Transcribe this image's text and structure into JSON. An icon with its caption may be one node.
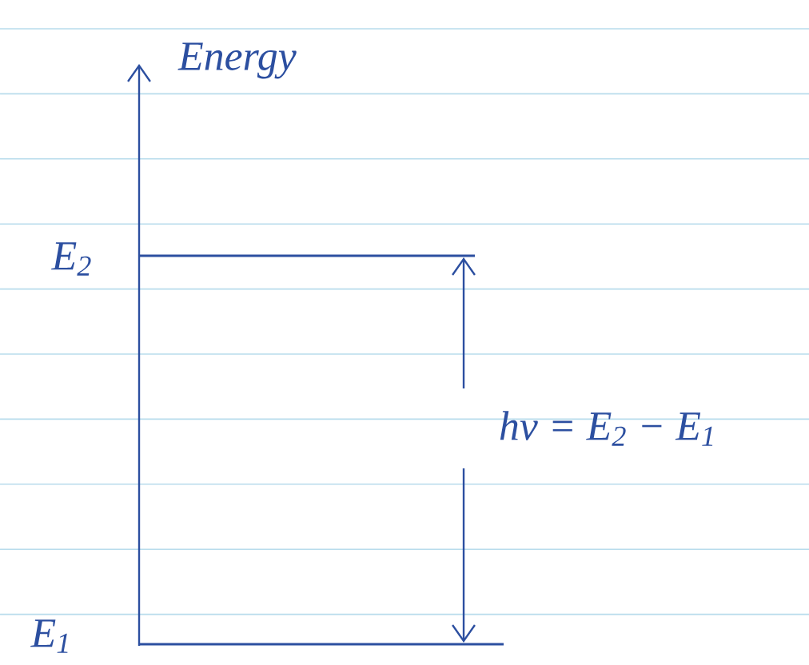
{
  "diagram": {
    "nodes": [
      {
        "text": [],
        "shape": "bar",
        "beside": [
          "E$_{2}$"
        ]
      },
      {
        "text": [],
        "shape": "bar",
        "beside": [
          "E$_{1}$"
        ]
      },
      {
        "text": [
          "hν = E$_{2}$ − E$_{1}$"
        ]
      }
    ],
    "edges": [
      {
        "from": 2,
        "to": 0,
        "arrow": "to"
      },
      {
        "from": 2,
        "to": 1,
        "arrow": "to"
      }
    ],
    "labels": [
      "Energy"
    ]
  }
}
